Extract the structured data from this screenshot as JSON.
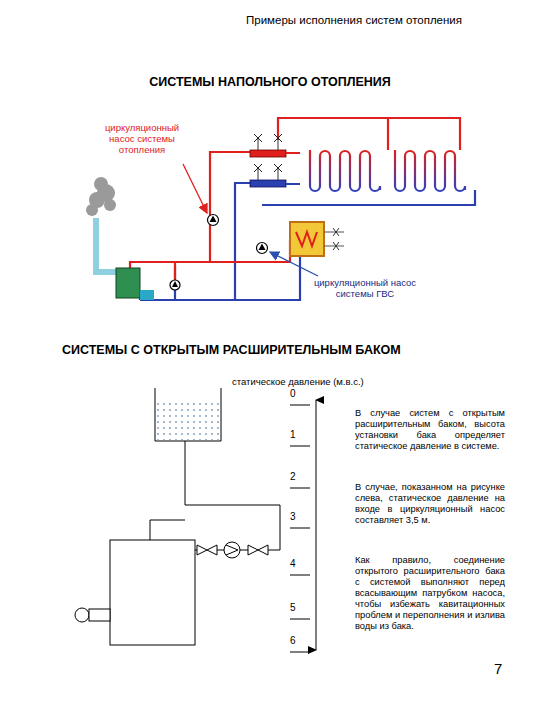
{
  "diagram": {
    "labels": [
      "Примеры исполнения систем отопления",
      "СИСТЕМЫ НАПОЛЬНОГО ОТОПЛЕНИЯ",
      "циркуляционный насос системы отопления",
      "циркуляционный насос системы ГВС",
      "СИСТЕМЫ С ОТКРЫТЫМ РАСШИРИТЕЛЬНЫМ БАКОМ",
      "статическое давление (м.в.с.)",
      "0",
      "1",
      "2",
      "3",
      "4",
      "5",
      "6",
      "В случае систем с открытым расширительным баком, высота установки бака определяет статическое давление в системе.",
      "В случае, показанном на рисунке слева, статическое давление на входе в циркуляционный насос составляет 3,5 м.",
      "Как правило, соединение открытого расширительного бака с системой выполняют перед всасывающим патрубком насоса, чтобы избежать кавитационных проблем и переполнения и излива воды из бака.",
      "7"
    ]
  }
}
